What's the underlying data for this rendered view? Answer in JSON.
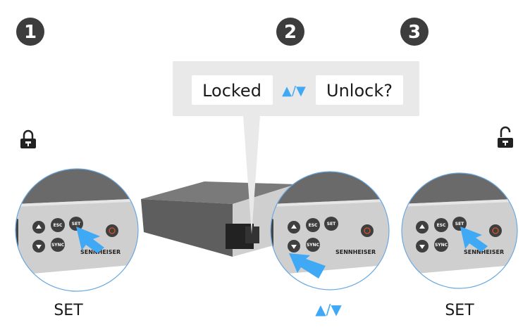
{
  "steps": [
    {
      "number": "1",
      "label": "SET",
      "lock_state": "locked"
    },
    {
      "number": "2",
      "label": "▲/▼"
    },
    {
      "number": "3",
      "label": "SET",
      "lock_state": "unlocked"
    }
  ],
  "display": {
    "left_text": "Locked",
    "separator": "▲/▼",
    "right_text": "Unlock?"
  },
  "device": {
    "buttons": [
      "ESC",
      "SET",
      "SYNC"
    ],
    "brand": "SENNHEISER"
  },
  "colors": {
    "step_badge": "#3d3d3d",
    "accent_arrow": "#3fa9f5",
    "callout_bg": "#e9e9e9",
    "power": "#d2552a"
  }
}
